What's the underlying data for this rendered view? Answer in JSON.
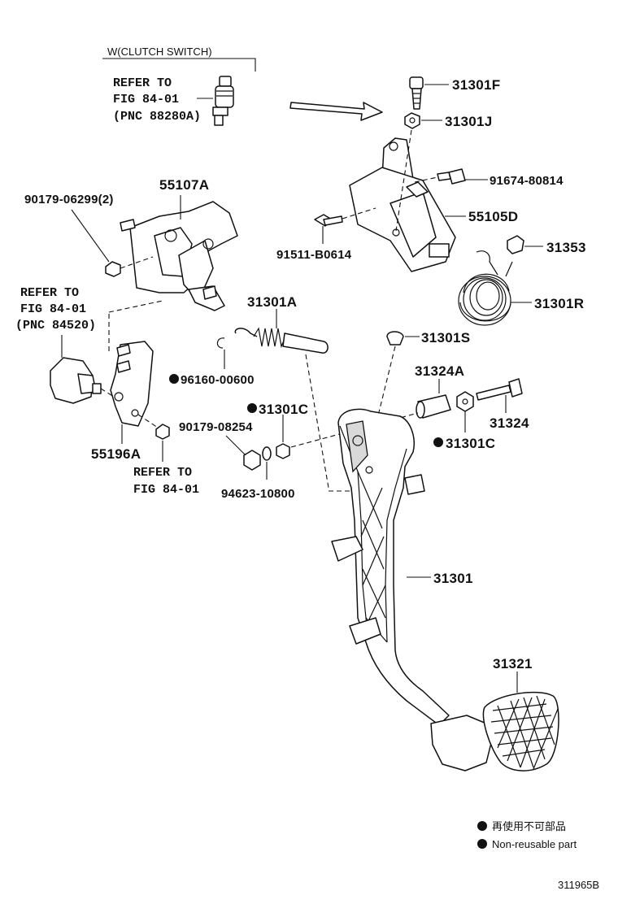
{
  "diagram": {
    "id": "311965B",
    "notes": {
      "clutch_switch": "W(CLUTCH SWITCH)",
      "ref_switch": [
        "REFER TO",
        "FIG 84-01",
        "(PNC 88280A)"
      ],
      "ref_sensor": [
        "REFER TO",
        "FIG 84-01",
        "(PNC 84520)"
      ],
      "ref_bottom": [
        "REFER TO",
        "FIG 84-01"
      ]
    },
    "labels": {
      "p31301F": "31301F",
      "p31301J": "31301J",
      "p91674": "91674-80814",
      "p55105D": "55105D",
      "p91511": "91511-B0614",
      "p31353": "31353",
      "p31301R": "31301R",
      "p55107A": "55107A",
      "p90179_06299": "90179-06299(2)",
      "p31301A": "31301A",
      "p31301S": "31301S",
      "p96160": "96160-00600",
      "p31301C_a": "31301C",
      "p31324A": "31324A",
      "p31324": "31324",
      "p31301C_b": "31301C",
      "p90179_08254": "90179-08254",
      "p94623": "94623-10800",
      "p55196A": "55196A",
      "p31301": "31301",
      "p31321": "31321"
    },
    "legend": [
      {
        "text": "再使用不可部品"
      },
      {
        "text": "Non-reusable part"
      }
    ]
  }
}
